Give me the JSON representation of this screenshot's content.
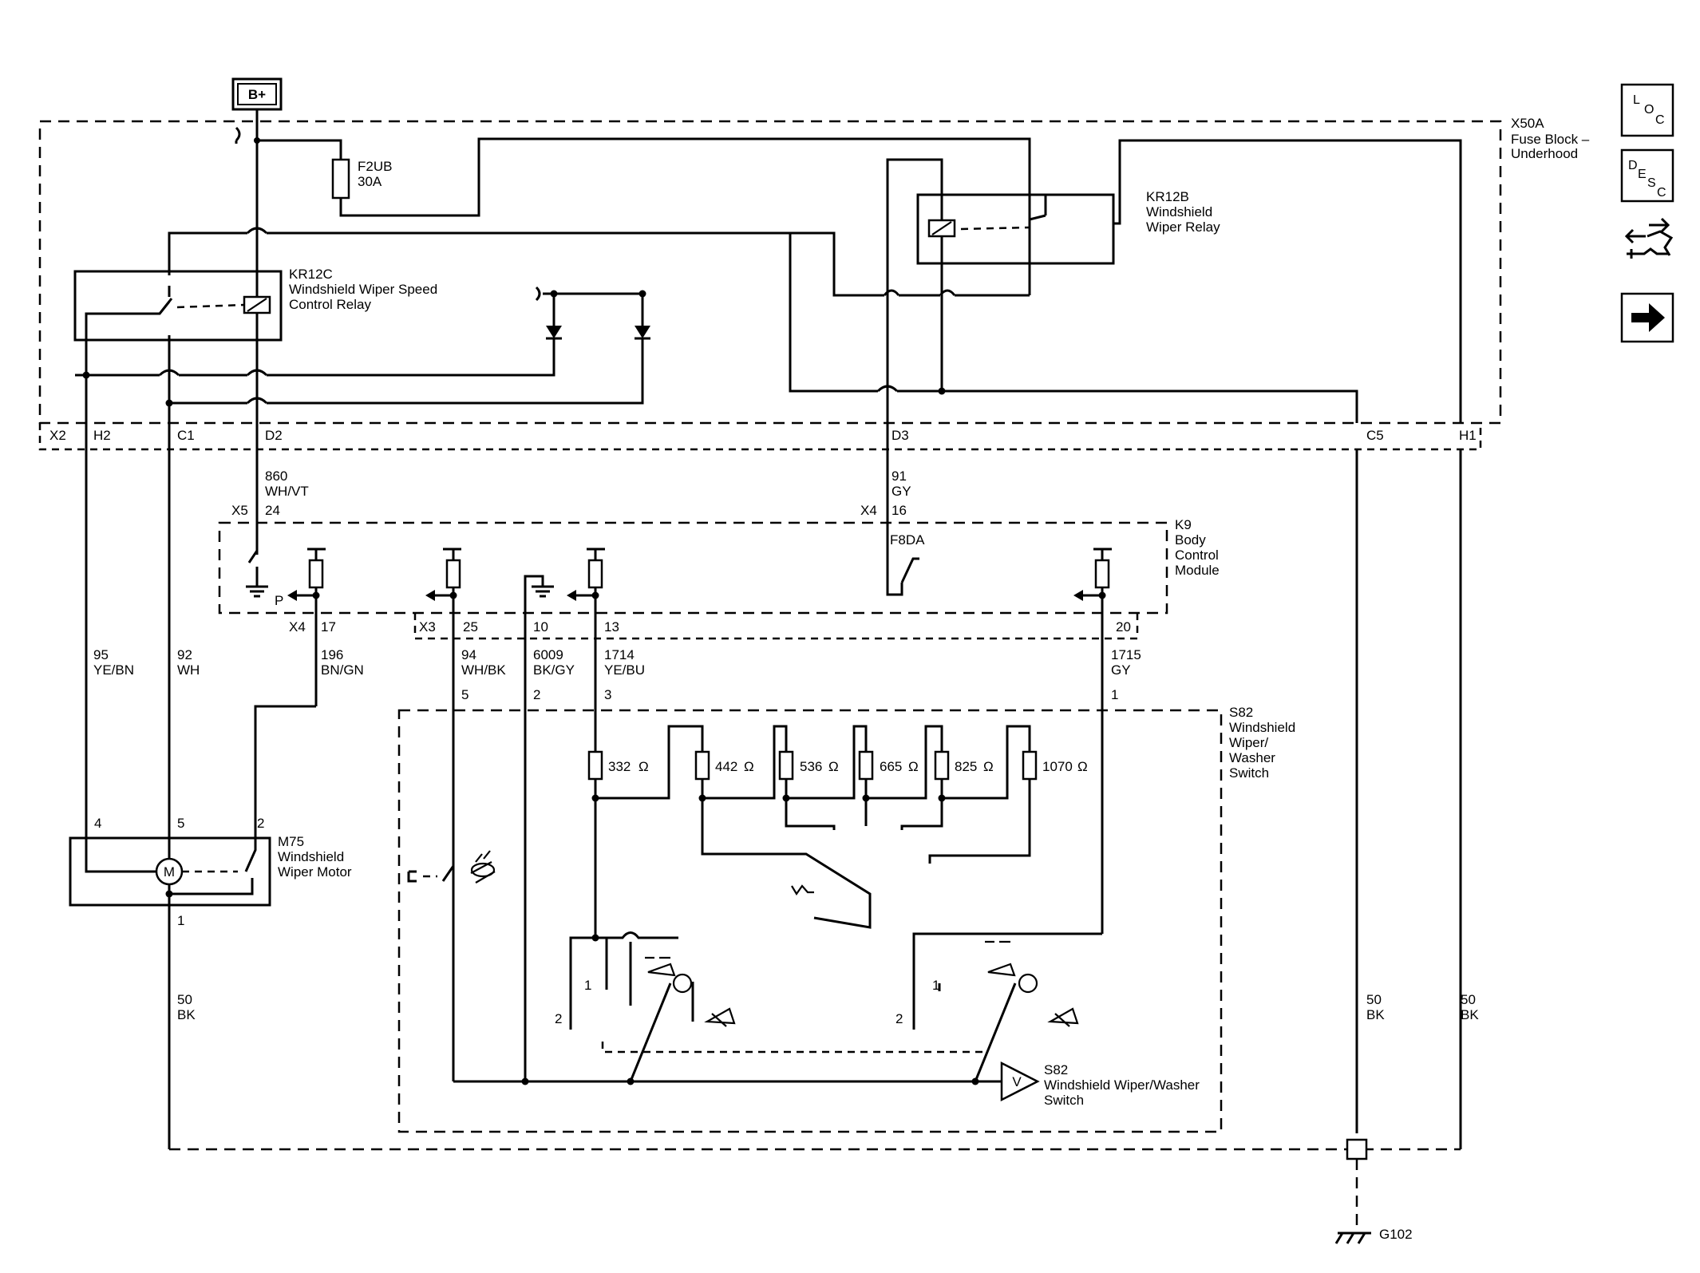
{
  "power": {
    "battery": "B+"
  },
  "fuse_block": {
    "id": "X50A",
    "name_l1": "Fuse Block –",
    "name_l2": "Underhood",
    "fuse_id": "F2UB",
    "fuse_rating": "30A",
    "kr12c_id": "KR12C",
    "kr12c_l1": "Windshield Wiper Speed",
    "kr12c_l2": "Control Relay",
    "kr12b_id": "KR12B",
    "kr12b_l1": "Windshield",
    "kr12b_l2": "Wiper Relay",
    "connectors": {
      "x2": "X2",
      "h2": "H2",
      "c1": "C1",
      "d2": "D2",
      "d3": "D3",
      "c5": "C5",
      "h1": "H1"
    }
  },
  "bcm": {
    "id": "K9",
    "name_l1": "Body",
    "name_l2": "Control",
    "name_l3": "Module",
    "fuse": "F8DA",
    "x5": "X5",
    "x5_pin": "24",
    "x4_top": "X4",
    "x4_top_pin": "16",
    "x4": "X4",
    "x4_pin": "17",
    "x3": "X3",
    "pin25": "25",
    "pin10": "10",
    "pin13": "13",
    "pin20": "20",
    "p_label": "P"
  },
  "wires": {
    "w860": {
      "circuit": "860",
      "color": "WH/VT"
    },
    "w91": {
      "circuit": "91",
      "color": "GY"
    },
    "w95": {
      "circuit": "95",
      "color": "YE/BN"
    },
    "w92": {
      "circuit": "92",
      "color": "WH"
    },
    "w196": {
      "circuit": "196",
      "color": "BN/GN"
    },
    "w94": {
      "circuit": "94",
      "color": "WH/BK"
    },
    "w6009": {
      "circuit": "6009",
      "color": "BK/GY"
    },
    "w1714": {
      "circuit": "1714",
      "color": "YE/BU"
    },
    "w1715": {
      "circuit": "1715",
      "color": "GY"
    },
    "w50a": {
      "circuit": "50",
      "color": "BK"
    },
    "w50b": {
      "circuit": "50",
      "color": "BK"
    },
    "w50c": {
      "circuit": "50",
      "color": "BK"
    }
  },
  "motor": {
    "id": "M75",
    "name_l1": "Windshield",
    "name_l2": "Wiper Motor",
    "symbol": "M",
    "pin4": "4",
    "pin5": "5",
    "pin2": "2",
    "pin1": "1"
  },
  "switch": {
    "id": "S82",
    "name_l1": "Windshield",
    "name_l2": "Wiper/",
    "name_l3": "Washer",
    "name_l4": "Switch",
    "bottom_l1": "Windshield Wiper/Washer",
    "bottom_l2": "Switch",
    "pin5": "5",
    "pin2": "2",
    "pin3": "3",
    "pin1": "1",
    "int_pin1a": "1",
    "int_pin2a": "2",
    "int_pin1b": "1",
    "int_pin2b": "2",
    "v_symbol": "V",
    "resistors": [
      "332",
      "442",
      "536",
      "665",
      "825",
      "1070"
    ],
    "ohm": "Ω"
  },
  "ground": {
    "id": "G102"
  },
  "nav": {
    "loc": [
      "L",
      "O",
      "C"
    ],
    "desc": [
      "D",
      "E",
      "S",
      "C"
    ]
  }
}
